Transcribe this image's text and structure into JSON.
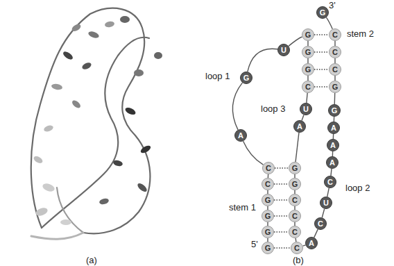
{
  "diagram": {
    "nodes": [
      {
        "text": [
          "G"
        ]
      },
      {
        "text": [
          "G"
        ]
      },
      {
        "text": [
          "G"
        ]
      },
      {
        "text": [
          "G"
        ]
      },
      {
        "text": [
          "C"
        ]
      },
      {
        "text": [
          "C"
        ]
      },
      {
        "text": [
          "A"
        ]
      },
      {
        "text": [
          "G"
        ]
      },
      {
        "text": [
          "U"
        ]
      },
      {
        "text": [
          "G"
        ]
      },
      {
        "text": [
          "G"
        ]
      },
      {
        "text": [
          "G"
        ]
      },
      {
        "text": [
          "C"
        ]
      },
      {
        "text": [
          "U"
        ]
      },
      {
        "text": [
          "A"
        ]
      },
      {
        "text": [
          "G"
        ]
      },
      {
        "text": [
          "G"
        ]
      },
      {
        "text": [
          "C"
        ]
      },
      {
        "text": [
          "C"
        ]
      },
      {
        "text": [
          "C"
        ]
      },
      {
        "text": [
          "C"
        ]
      },
      {
        "text": [
          "A"
        ]
      },
      {
        "text": [
          "C"
        ]
      },
      {
        "text": [
          "U"
        ]
      },
      {
        "text": [
          "C"
        ]
      },
      {
        "text": [
          "A"
        ]
      },
      {
        "text": [
          "A"
        ]
      },
      {
        "text": [
          "A"
        ]
      },
      {
        "text": [
          "G"
        ]
      },
      {
        "text": [
          "G"
        ]
      },
      {
        "text": [
          "C"
        ]
      },
      {
        "text": [
          "C"
        ]
      },
      {
        "text": [
          "C"
        ]
      },
      {
        "text": [
          "G"
        ]
      }
    ],
    "edges": [
      {
        "from": 0,
        "to": 1,
        "arrow": "none"
      },
      {
        "from": 1,
        "to": 2,
        "arrow": "none"
      },
      {
        "from": 2,
        "to": 3,
        "arrow": "none"
      },
      {
        "from": 3,
        "to": 4,
        "arrow": "none"
      },
      {
        "from": 4,
        "to": 5,
        "arrow": "none"
      },
      {
        "from": 5,
        "to": 6,
        "arrow": "none"
      },
      {
        "from": 6,
        "to": 7,
        "arrow": "none"
      },
      {
        "from": 7,
        "to": 8,
        "arrow": "none"
      },
      {
        "from": 8,
        "to": 9,
        "arrow": "none"
      },
      {
        "from": 9,
        "to": 10,
        "arrow": "none"
      },
      {
        "from": 10,
        "to": 11,
        "arrow": "none"
      },
      {
        "from": 11,
        "to": 12,
        "arrow": "none"
      },
      {
        "from": 12,
        "to": 13,
        "arrow": "none"
      },
      {
        "from": 13,
        "to": 14,
        "arrow": "none"
      },
      {
        "from": 14,
        "to": 15,
        "arrow": "none"
      },
      {
        "from": 15,
        "to": 16,
        "arrow": "none"
      },
      {
        "from": 16,
        "to": 17,
        "arrow": "none"
      },
      {
        "from": 17,
        "to": 18,
        "arrow": "none"
      },
      {
        "from": 18,
        "to": 19,
        "arrow": "none"
      },
      {
        "from": 19,
        "to": 20,
        "arrow": "none"
      },
      {
        "from": 20,
        "to": 21,
        "arrow": "none"
      },
      {
        "from": 21,
        "to": 22,
        "arrow": "none"
      },
      {
        "from": 22,
        "to": 23,
        "arrow": "none"
      },
      {
        "from": 23,
        "to": 24,
        "arrow": "none"
      },
      {
        "from": 24,
        "to": 25,
        "arrow": "none"
      },
      {
        "from": 25,
        "to": 26,
        "arrow": "none"
      },
      {
        "from": 26,
        "to": 27,
        "arrow": "none"
      },
      {
        "from": 27,
        "to": 28,
        "arrow": "none"
      },
      {
        "from": 28,
        "to": 29,
        "arrow": "none"
      },
      {
        "from": 29,
        "to": 30,
        "arrow": "none"
      },
      {
        "from": 30,
        "to": 31,
        "arrow": "none"
      },
      {
        "from": 31,
        "to": 32,
        "arrow": "none"
      },
      {
        "from": 32,
        "to": 33,
        "arrow": "none"
      },
      {
        "from": 5,
        "to": 15,
        "arrow": "none"
      },
      {
        "from": 4,
        "to": 16,
        "arrow": "none"
      },
      {
        "from": 3,
        "to": 17,
        "arrow": "none"
      },
      {
        "from": 2,
        "to": 18,
        "arrow": "none"
      },
      {
        "from": 1,
        "to": 19,
        "arrow": "none"
      },
      {
        "from": 0,
        "to": 20,
        "arrow": "none"
      },
      {
        "from": 9,
        "to": 32,
        "arrow": "none"
      },
      {
        "from": 10,
        "to": 31,
        "arrow": "none"
      },
      {
        "from": 11,
        "to": 30,
        "arrow": "none"
      },
      {
        "from": 12,
        "to": 29,
        "arrow": "none"
      }
    ],
    "labels": [
      "3'",
      "stem 2",
      "loop 1",
      "loop 3",
      "stem 1",
      "loop 2",
      "5'",
      "(a)",
      "(b)"
    ]
  }
}
